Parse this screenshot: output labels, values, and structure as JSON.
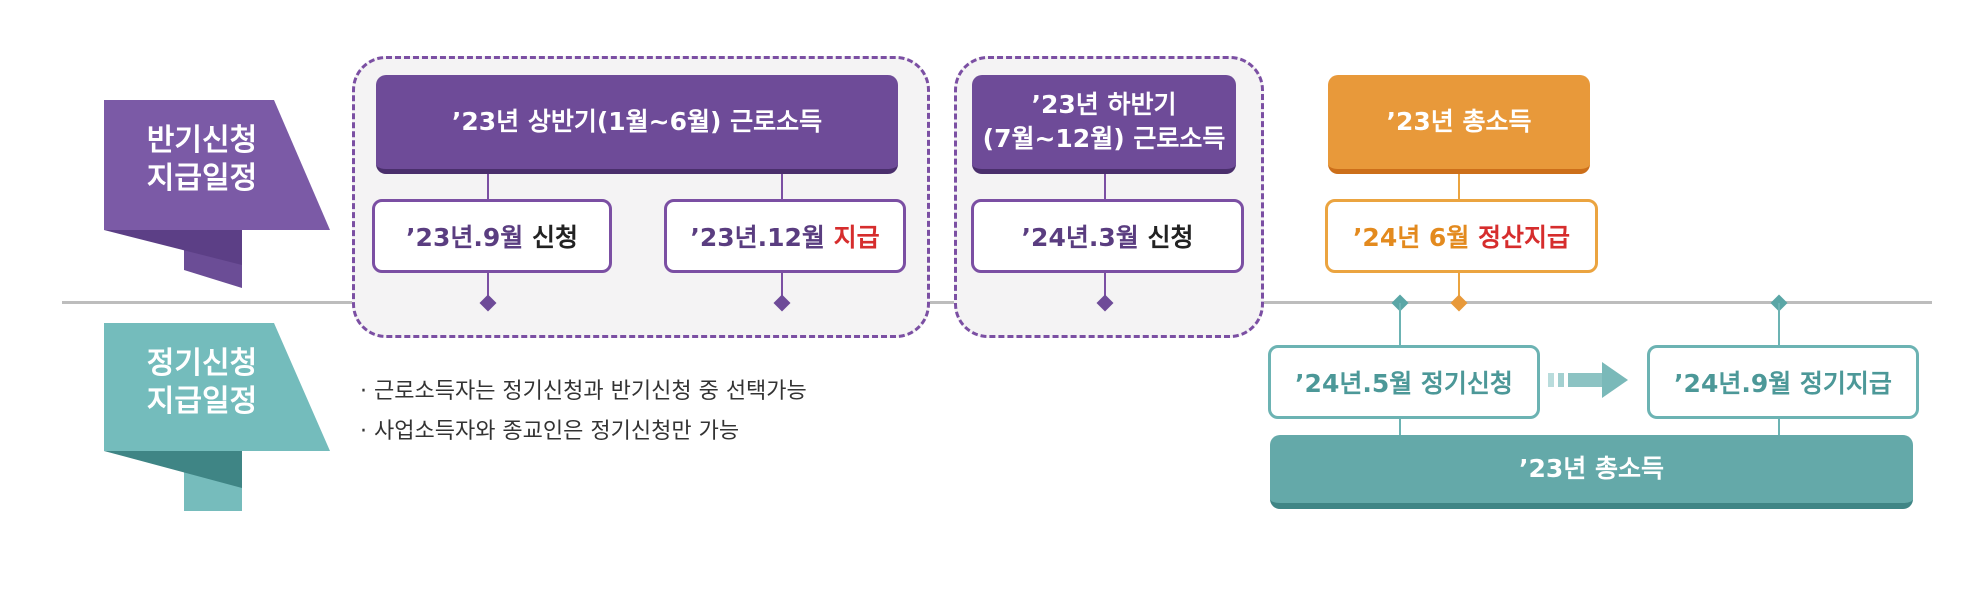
{
  "ribbons": {
    "half": {
      "line1": "반기신청",
      "line2": "지급일정",
      "color": "#7b5aa6"
    },
    "regular": {
      "line1": "정기신청",
      "line2": "지급일정",
      "color": "#6cb4b4"
    }
  },
  "half_yearly": {
    "h1": {
      "header": "’23년 상반기(1월~6월) 근로소득",
      "apply": {
        "prefix": "’23년.9월 ",
        "action": "신청"
      },
      "pay": {
        "prefix": "’23년.12월 ",
        "action": "지급"
      }
    },
    "h2": {
      "header_line1": "’23년 하반기",
      "header_line2": "(7월~12월) 근로소득",
      "apply": {
        "prefix": "’24년.3월 ",
        "action": "신청"
      }
    },
    "total": {
      "header": "’23년 총소득",
      "settle": {
        "prefix": "’24년 6월 ",
        "action": "정산지급"
      }
    }
  },
  "regular": {
    "apply": "’24년.5월 정기신청",
    "pay": "’24년.9월 정기지급",
    "total": "’23년 총소득"
  },
  "notes": [
    "근로소득자는 정기신청과 반기신청 중 선택가능",
    "사업소득자와 종교인은 정기신청만 가능"
  ],
  "colors": {
    "purple": "#6e4b98",
    "orange": "#e8993a",
    "teal": "#64a9a9",
    "red": "#d62d2d",
    "timeline": "#bdbdbd"
  }
}
